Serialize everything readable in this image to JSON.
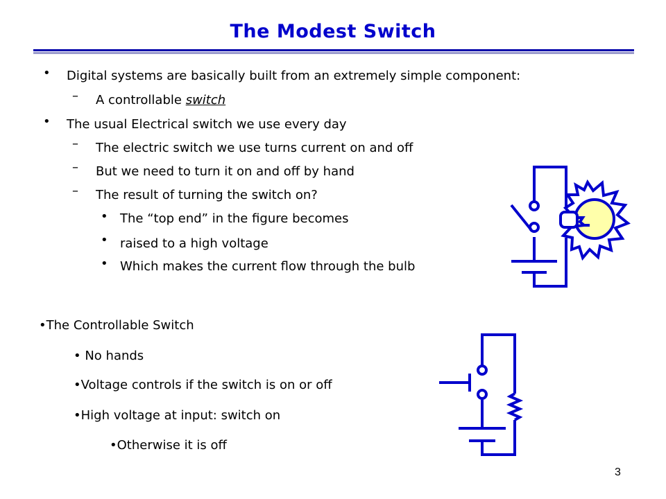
{
  "slide": {
    "title": "The Modest Switch",
    "page_number": "3"
  },
  "marks": {
    "bullet": "•",
    "dash": "–"
  },
  "section1": {
    "l1": "Digital systems are basically built from an extremely simple component:",
    "l2_prefix": "A controllable ",
    "l2_emph": "switch",
    "l3": "The usual Electrical switch we use every day",
    "l4": "The electric switch we use turns current on and off",
    "l5": "But we need to turn it on and off by hand",
    "l6": "The result of turning the switch on?",
    "l7": "The “top end” in the figure becomes",
    "l8": " raised to a high voltage",
    "l9": "Which makes the current flow through the bulb"
  },
  "section2": {
    "l1": "•The Controllable Switch",
    "l2": "• No hands",
    "l3": "•Voltage controls if the switch is on or off",
    "l4": "•High voltage at input: switch on",
    "l5": "•Otherwise it is off"
  }
}
